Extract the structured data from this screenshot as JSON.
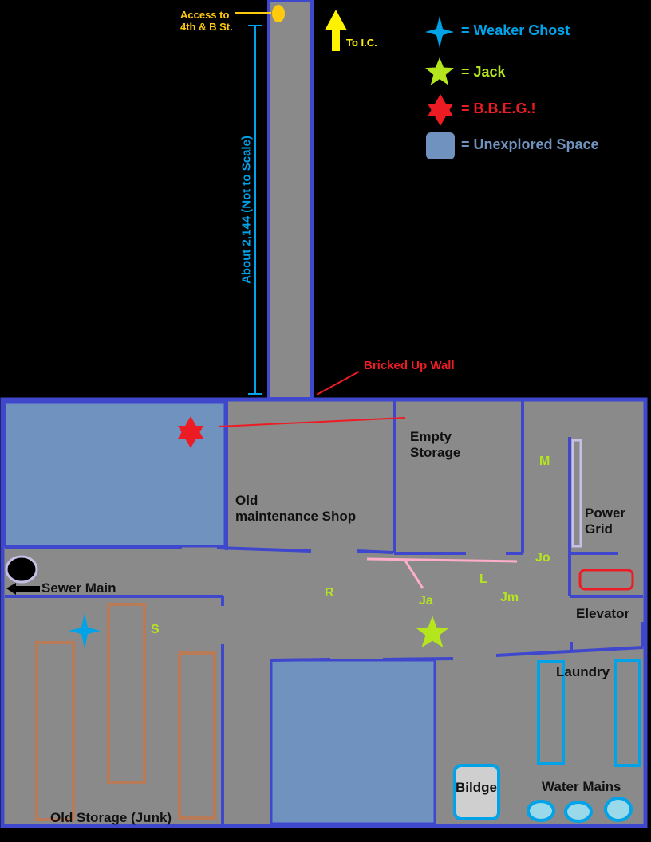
{
  "colors": {
    "floor": "#8a8a8a",
    "wall": "#3f48cc",
    "unexplored": "#7092be",
    "ghost": "#00a2e8",
    "jack": "#b5e61d",
    "bbeg": "#ed1c24",
    "junk": "#b97a57",
    "pink": "#ffaec9",
    "access": "#ffc90e",
    "arrow": "#fff200"
  },
  "legend": {
    "weaker_ghost": "= Weaker Ghost",
    "jack": "= Jack",
    "bbeg": "= B.B.E.G.!",
    "unexplored": "= Unexplored Space"
  },
  "top": {
    "access": "Access to\n4th & B St.",
    "to_ic": "To I.C.",
    "distance": "About 2,144 (Not to Scale)",
    "bricked_wall": "Bricked Up Wall"
  },
  "rooms": {
    "empty_storage": "Empty\nStorage",
    "maintenance_shop": "Old\nmaintenance Shop",
    "power_grid": "Power\nGrid",
    "sewer_main": "Sewer Main",
    "elevator": "Elevator",
    "laundry": "Laundry",
    "bildge": "Bildge",
    "water_mains": "Water Mains",
    "old_storage": "Old Storage (Junk)"
  },
  "markers": {
    "m": "M",
    "jo": "Jo",
    "l": "L",
    "jm": "Jm",
    "ja": "Ja",
    "r": "R",
    "s": "S"
  }
}
